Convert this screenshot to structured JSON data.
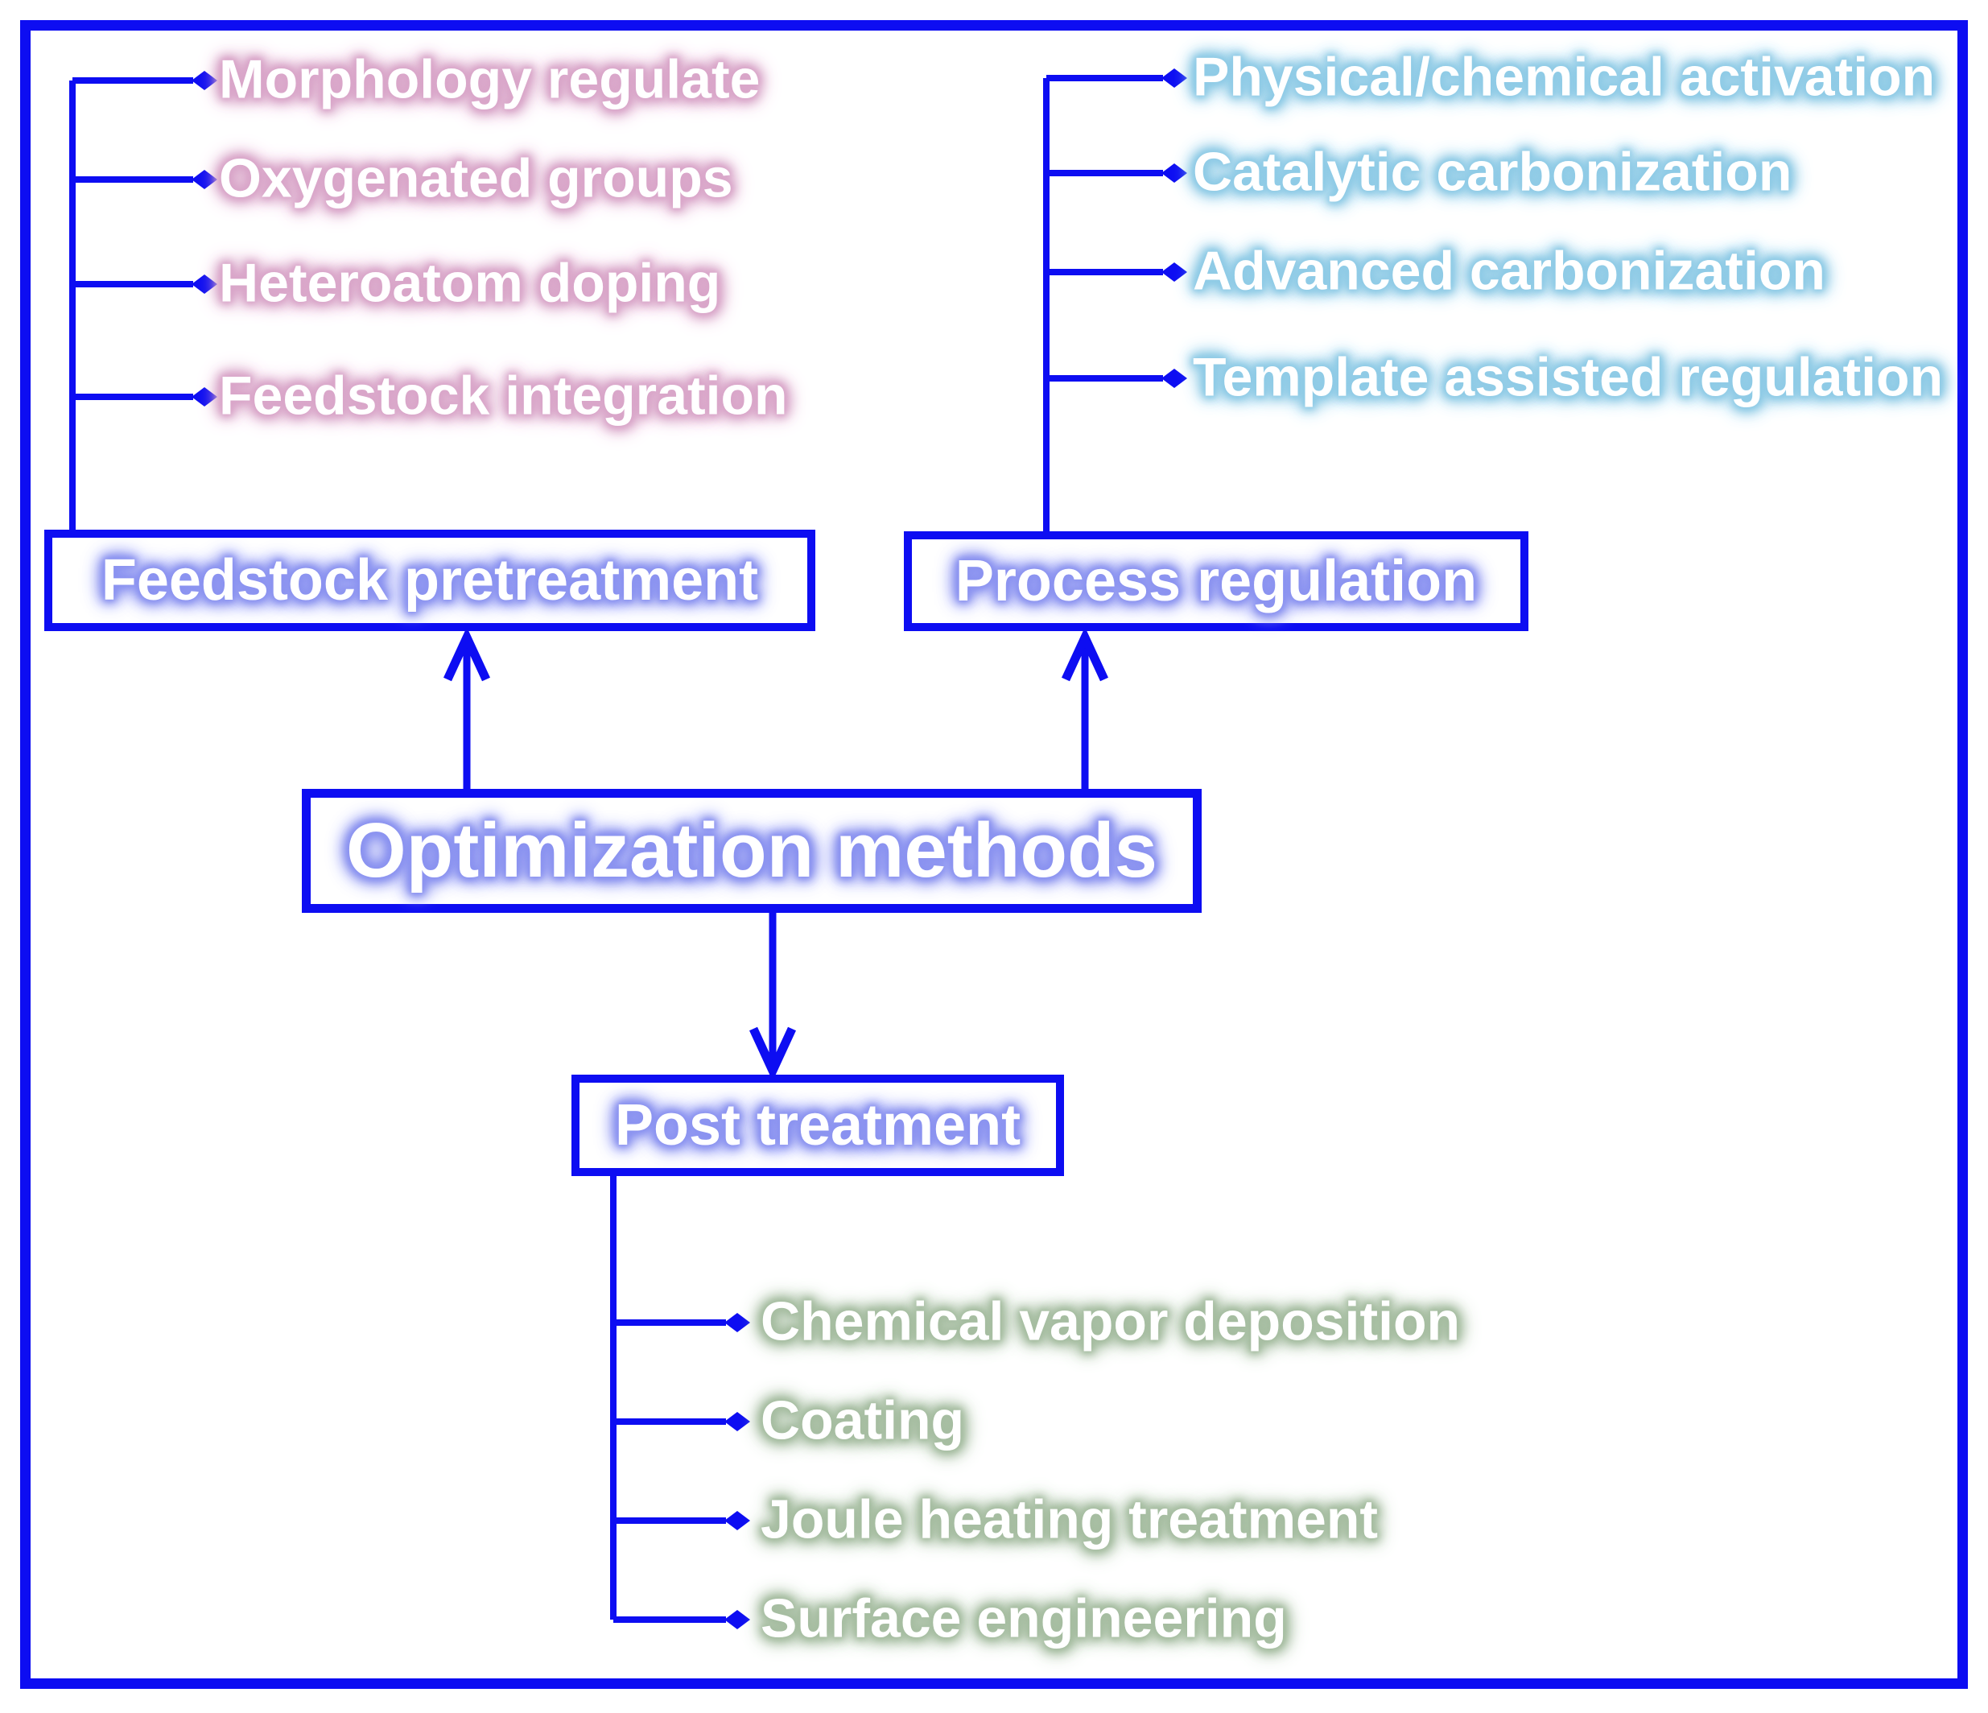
{
  "diagram": {
    "root": {
      "label": "Optimization methods"
    },
    "feedstock": {
      "label": "Feedstock pretreatment",
      "items": [
        "Morphology regulate",
        "Oxygenated groups",
        "Heteroatom doping",
        "Feedstock integration"
      ]
    },
    "process": {
      "label": "Process regulation",
      "items": [
        "Physical/chemical activation",
        "Catalytic carbonization",
        "Advanced carbonization",
        "Template assisted regulation"
      ]
    },
    "post": {
      "label": "Post treatment",
      "items": [
        "Chemical vapor deposition",
        "Coating",
        "Joule heating treatment",
        "Surface engineering"
      ]
    }
  },
  "colors": {
    "line": "#0D0DF2",
    "box_border": "#0D0DF2",
    "box_text_glow": "#8B93F0",
    "pink_glow": "#D9A6C9",
    "blue_glow": "#8FCBE6",
    "green_glow": "#A6BDA1",
    "background": "#FFFFFF",
    "text": "#FFFFFF"
  }
}
